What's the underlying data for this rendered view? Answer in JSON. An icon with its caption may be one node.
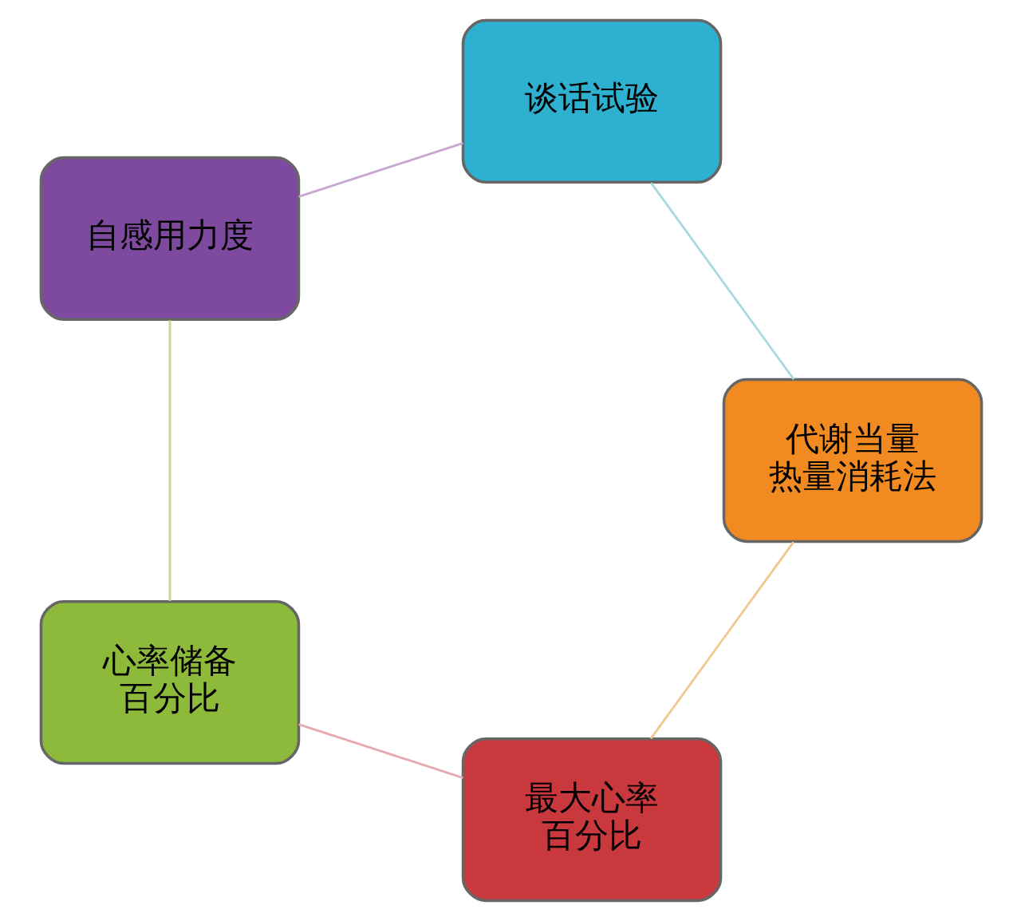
{
  "diagram": {
    "nodes": [
      {
        "text": [
          "最大心率",
          "百分比"
        ]
      },
      {
        "text": [
          "心率储备",
          "百分比"
        ]
      },
      {
        "text": [
          "自感用力度"
        ]
      },
      {
        "text": [
          "谈话试验"
        ]
      },
      {
        "text": [
          "代谢当量",
          "热量消耗法"
        ]
      }
    ],
    "edges": [
      {
        "from": 0,
        "to": 1,
        "arrow": "none"
      },
      {
        "from": 1,
        "to": 2,
        "arrow": "none"
      },
      {
        "from": 2,
        "to": 3,
        "arrow": "none"
      },
      {
        "from": 3,
        "to": 4,
        "arrow": "none"
      },
      {
        "from": 4,
        "to": 0,
        "arrow": "none"
      }
    ]
  }
}
